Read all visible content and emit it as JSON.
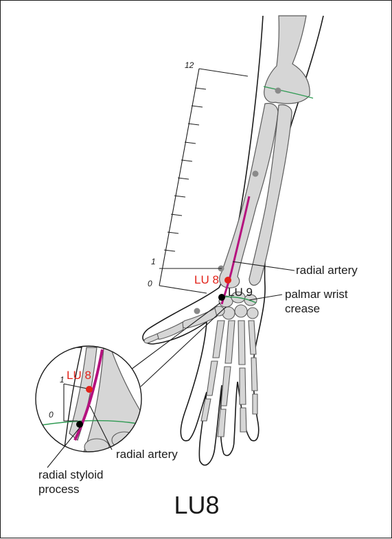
{
  "title": "LU8",
  "points": {
    "lu8": "LU 8",
    "lu9": "LU 9",
    "lu8_inset": "LU 8"
  },
  "labels": {
    "radial_artery": "radial artery",
    "palmar_crease_line1": "palmar wrist",
    "palmar_crease_line2": "crease",
    "radial_artery_inset": "radial artery",
    "styloid_line1": "radial styloid",
    "styloid_line2": "process"
  },
  "scale": {
    "top": "12",
    "one": "1",
    "zero": "0",
    "inset_one": "1",
    "inset_zero": "0"
  },
  "colors": {
    "artery": "#b5127f",
    "point_red": "#e2231a",
    "point_black": "#000000",
    "crease_green": "#2e9a52",
    "bone_fill": "#d6d6d6",
    "bone_stroke": "#5a5a5a",
    "skin_stroke": "#1a1a1a"
  }
}
